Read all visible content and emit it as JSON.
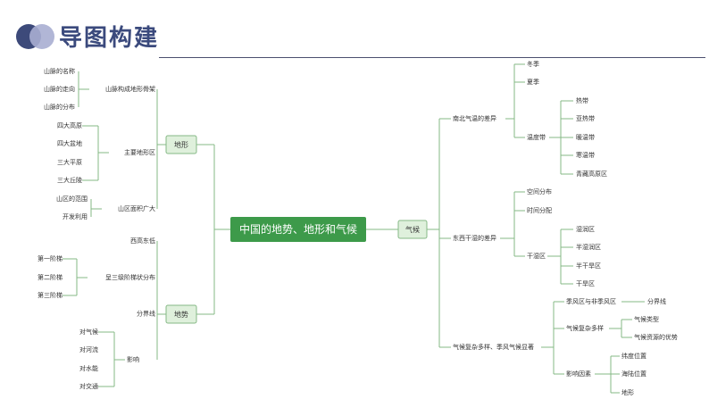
{
  "header": {
    "title": "导图构建"
  },
  "mindmap": {
    "root": "中国的地势、地形和气候",
    "branches": {
      "landform": {
        "label": "地形",
        "children": [
          {
            "label": "山脉构成地形骨架",
            "children": [
              "山脉的名称",
              "山脉的走向",
              "山脉的分布"
            ]
          },
          {
            "label": "主要地形区",
            "children": [
              "四大高原",
              "四大盆地",
              "三大平原",
              "三大丘陵"
            ]
          },
          {
            "label": "山区面积广大",
            "children": [
              "山区的范围",
              "开发利用"
            ]
          }
        ]
      },
      "terrain": {
        "label": "地势",
        "children": [
          {
            "label": "西高东低",
            "children": []
          },
          {
            "label": "呈三级阶梯状分布",
            "children": [
              "第一阶梯",
              "第二阶梯",
              "第三阶梯"
            ]
          },
          {
            "label": "分界线",
            "children": []
          },
          {
            "label": "影响",
            "children": [
              "对气候",
              "对河流",
              "对水能",
              "对交通"
            ]
          }
        ]
      },
      "climate": {
        "label": "气候",
        "children": [
          {
            "label": "南北气温的差异",
            "children": [
              "冬季",
              "夏季",
              "温度带"
            ],
            "sub": [
              "热带",
              "亚热带",
              "暖温带",
              "寒温带",
              "青藏高原区"
            ]
          },
          {
            "label": "东西干湿的差异",
            "children": [
              "空间分布",
              "时间分配",
              "干湿区"
            ],
            "sub": [
              "湿润区",
              "半湿润区",
              "半干旱区",
              "干旱区"
            ]
          },
          {
            "label": "气候复杂多样、季风气候显著",
            "children": [
              "季风区与非季风区",
              "气候复杂多样",
              "影响因素"
            ],
            "sub_a": [
              "分界线"
            ],
            "sub_b": [
              "气候类型",
              "气候资源的优势"
            ],
            "sub_c": [
              "纬度位置",
              "海陆位置",
              "地形"
            ]
          }
        ]
      }
    }
  },
  "colors": {
    "line": "#86b986",
    "root_fill": "#3d9a4a",
    "root_text": "#ffffff",
    "node_fill": "#dff0dc",
    "node_border": "#86b986",
    "header": "#3b4a7d"
  }
}
